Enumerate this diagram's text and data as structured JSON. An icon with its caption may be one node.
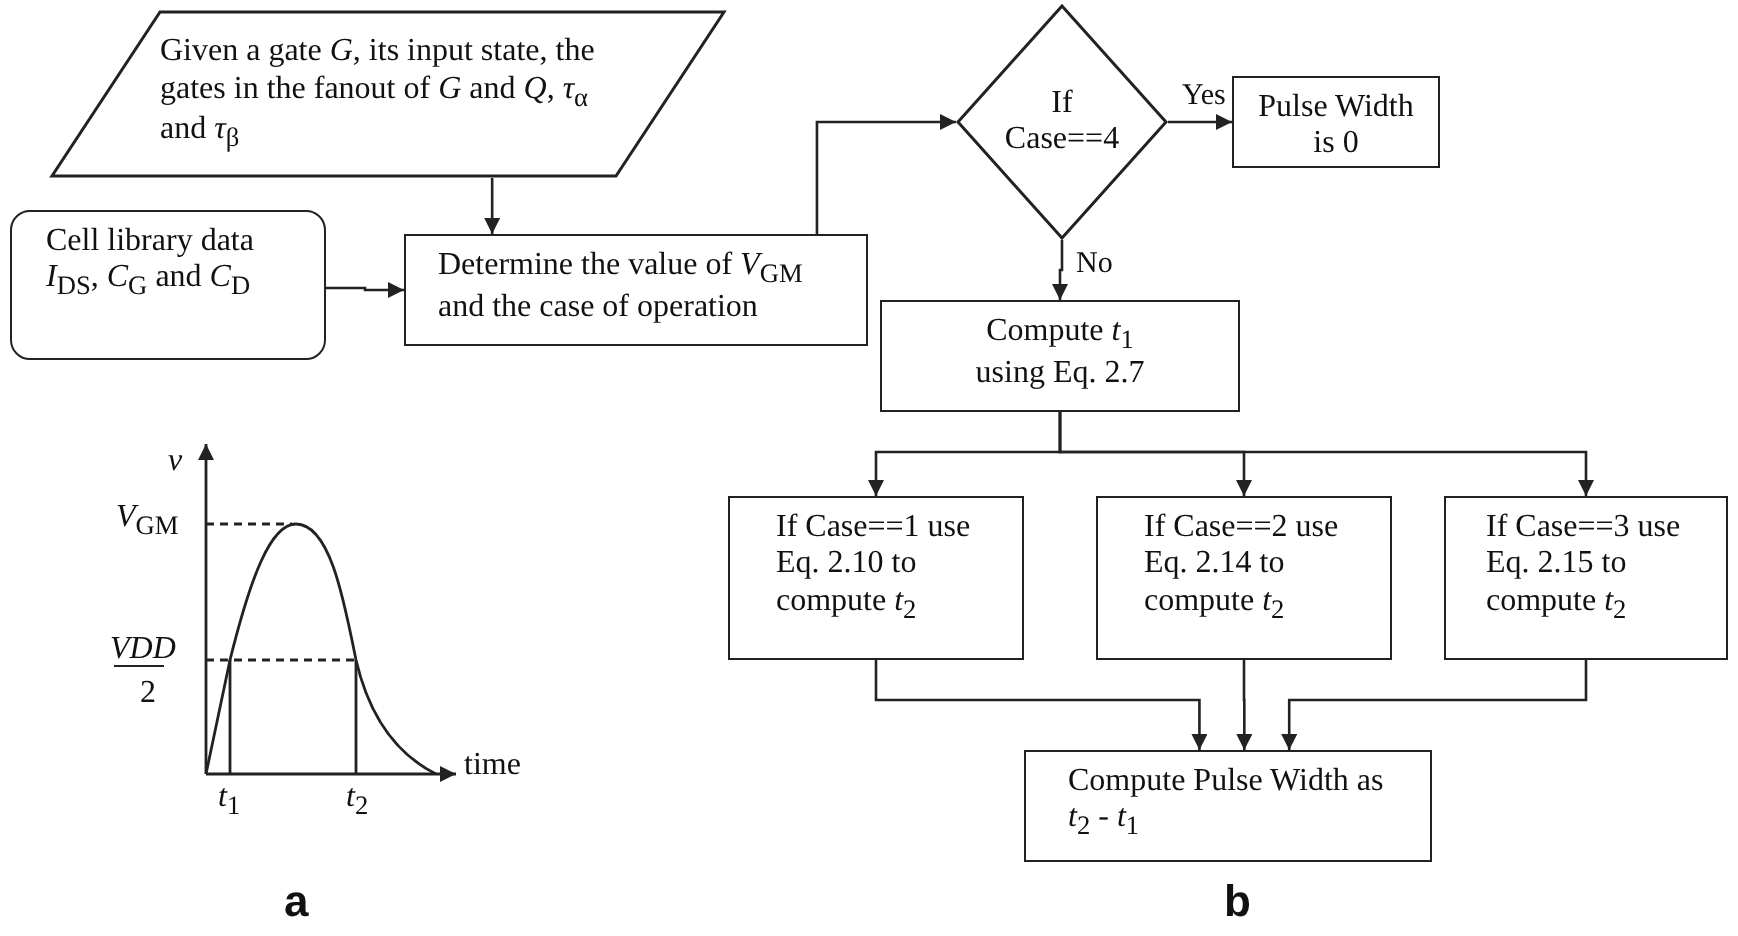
{
  "diagram": {
    "nodes": [
      {
        "text": [
          "Given a gate *G*, its input state, the gates in the fanout of *G* and *Q*, *τ*$_{α}$ and *τ*$_{β}$"
        ]
      },
      {
        "text": [
          "Cell library data *I*$_{DS}$, *C*$_{G}$ and *C*$_{D}$"
        ]
      },
      {
        "text": [
          "Determine the value of *V*$_{GM}$ and the case of operation"
        ]
      },
      {
        "text": [
          "If Case==4"
        ]
      },
      {
        "text": [
          "Pulse Width is 0"
        ]
      },
      {
        "text": [
          "Compute *t*$_{1}$ using Eq. 2.7"
        ]
      },
      {
        "text": [
          "If Case==1 use Eq. 2.10 to compute *t*$_{2}$"
        ]
      },
      {
        "text": [
          "If Case==2 use Eq. 2.14 to compute *t*$_{2}$"
        ]
      },
      {
        "text": [
          "If Case==3 use Eq. 2.15 to compute *t*$_{2}$"
        ]
      },
      {
        "text": [
          "Compute Pulse Width as *t*$_{2}$ - *t*$_{1}$"
        ]
      }
    ],
    "edges": [
      {
        "from": 0,
        "to": 2,
        "arrow": "to"
      },
      {
        "from": 1,
        "to": 2,
        "arrow": "to"
      },
      {
        "from": 2,
        "to": 3,
        "arrow": "to"
      },
      {
        "from": 3,
        "to": 4,
        "arrow": "to",
        "label": "Yes"
      },
      {
        "from": 3,
        "to": 5,
        "arrow": "to",
        "label": "No"
      },
      {
        "from": 5,
        "to": 6,
        "arrow": "to"
      },
      {
        "from": 5,
        "to": 7,
        "arrow": "to"
      },
      {
        "from": 5,
        "to": 8,
        "arrow": "to"
      },
      {
        "from": 6,
        "to": 9,
        "arrow": "to"
      },
      {
        "from": 7,
        "to": 9,
        "arrow": "to"
      },
      {
        "from": 8,
        "to": 9,
        "arrow": "to"
      }
    ],
    "labels": [
      "*v*",
      "*V*$_{GM}$",
      "*VDD*",
      "2",
      "*t*$_{1}$",
      "*t*$_{2}$",
      "time",
      "a",
      "b"
    ]
  }
}
